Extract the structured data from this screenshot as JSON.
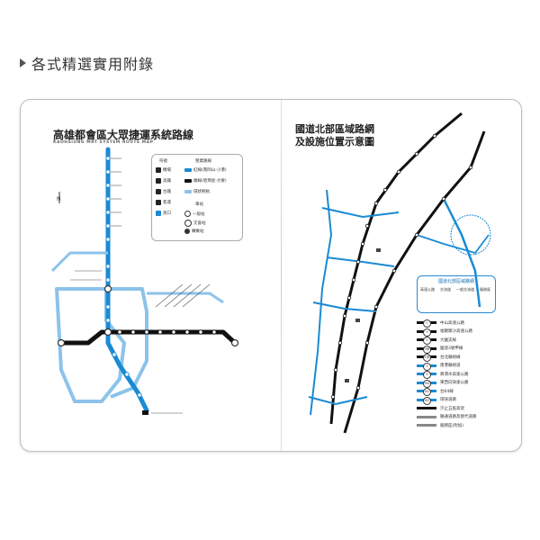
{
  "header": {
    "title": "各式精選實用附錄"
  },
  "left_map": {
    "title": "高雄都會區大眾捷運系統路線",
    "subtitle": "KAOHSIUNG MRT SYSTEM ROUTE MAP",
    "legend": {
      "col1_header": "符號",
      "col2_header": "營業路線",
      "rows": [
        {
          "label": "機場",
          "color": "#222222"
        },
        {
          "label": "高鐵",
          "color": "#222222"
        },
        {
          "label": "台鐵",
          "color": "#222222"
        },
        {
          "label": "客運",
          "color": "#222222"
        },
        {
          "label": "渡口",
          "color": "#1a8ad4"
        }
      ],
      "lines": [
        {
          "label": "紅線(南岡山-小港)",
          "color": "#1a8ad4"
        },
        {
          "label": "橘線(哈瑪星-大寮)",
          "color": "#111111"
        },
        {
          "label": "環狀輕軌",
          "color": "#8cc3ea"
        }
      ],
      "station_header": "車站",
      "stations": [
        {
          "label": "一般站"
        },
        {
          "label": "交會站"
        },
        {
          "label": "轉乘站"
        }
      ]
    },
    "colors": {
      "red_line": "#1a8ad4",
      "orange_line": "#111111",
      "circular": "#8cc3ea"
    }
  },
  "right_map": {
    "title_line1": "國道北部區域路網",
    "title_line2": "及設施位置示意圖",
    "legend": {
      "box_title": "國道北部區域路網\n及設施位置示意圖",
      "box_items": [
        "高速公路",
        "交流道",
        "一般交流道",
        "服務區"
      ],
      "items": [
        {
          "label": "中山高速公路",
          "color": "#111111",
          "num": "1"
        },
        {
          "label": "福爾摩沙高速公路",
          "color": "#111111",
          "num": "3"
        },
        {
          "label": "大園支線",
          "color": "#111111",
          "num": "2"
        },
        {
          "label": "國道3號甲線",
          "color": "#111111",
          "num": "3甲"
        },
        {
          "label": "台北聯絡線",
          "color": "#111111",
          "num": "1甲"
        },
        {
          "label": "南港聯絡道",
          "color": "#1a8ad4",
          "num": "3"
        },
        {
          "label": "蔣渭水高速公路",
          "color": "#1a8ad4",
          "num": "5"
        },
        {
          "label": "東西向快速公路",
          "color": "#1a8ad4",
          "num": "66"
        },
        {
          "label": "台64線",
          "color": "#1a8ad4",
          "num": "64"
        },
        {
          "label": "環快道路",
          "color": "#1a8ad4",
          "num": "65"
        },
        {
          "label": "汐止五股高架",
          "color": "#111111",
          "num": ""
        },
        {
          "label": "聯通道路及替代道路",
          "color": "#888888",
          "num": ""
        },
        {
          "label": "服務區(附加)",
          "color": "#888888",
          "num": ""
        }
      ]
    }
  }
}
